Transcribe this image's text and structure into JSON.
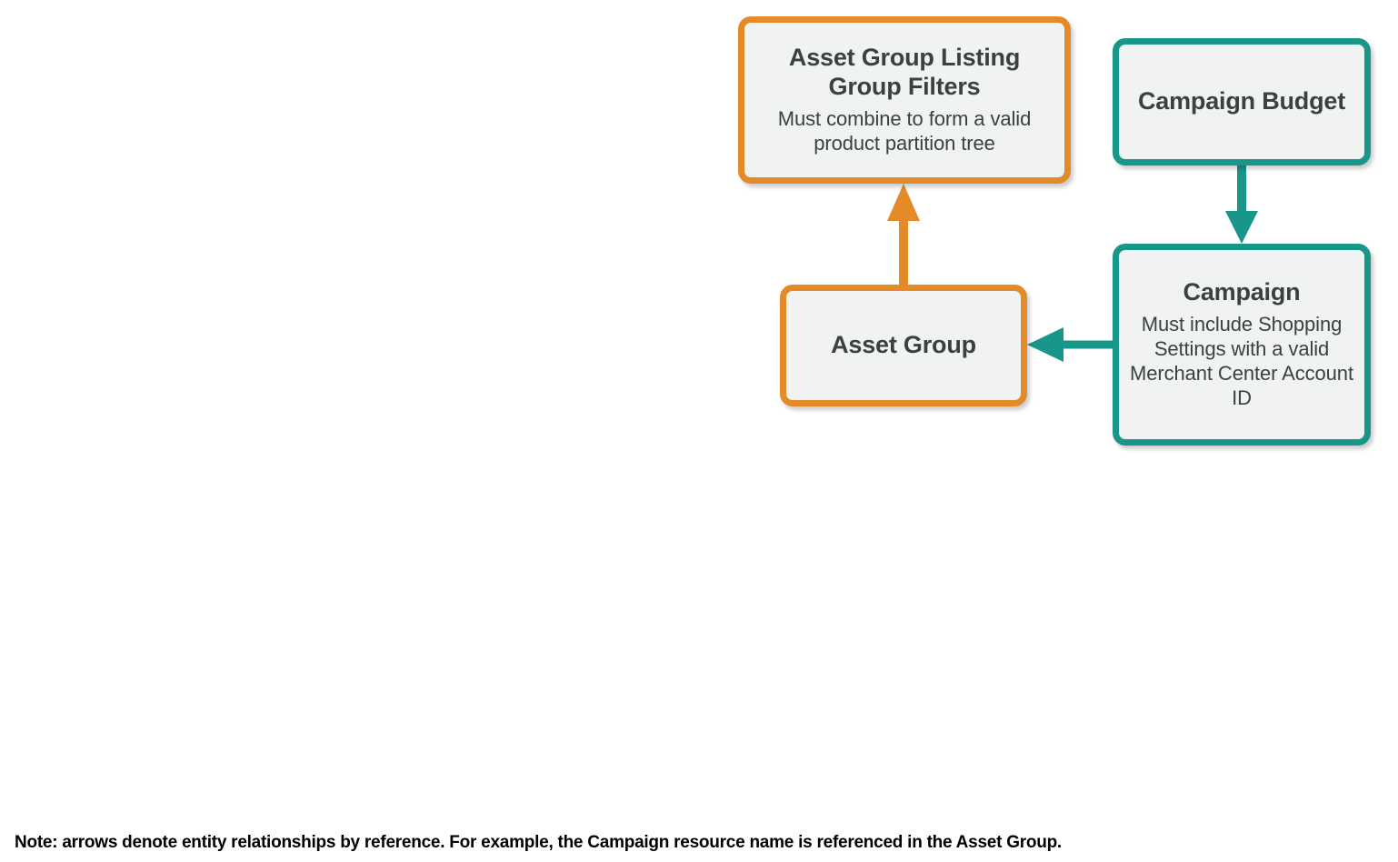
{
  "diagram": {
    "colors": {
      "orange": "#e58a29",
      "teal": "#18968a",
      "node_fill": "#f1f2f2",
      "text": "#3c4043",
      "background": "#ffffff",
      "note_text": "#000000"
    },
    "nodes": [
      {
        "id": "asset-group-listing-group-filters",
        "title": "Asset Group Listing Group Filters",
        "description": "Must combine to form a valid product partition tree",
        "accent": "orange"
      },
      {
        "id": "campaign-budget",
        "title": "Campaign Budget",
        "description": "",
        "accent": "teal"
      },
      {
        "id": "asset-group",
        "title": "Asset Group",
        "description": "",
        "accent": "orange"
      },
      {
        "id": "campaign",
        "title": "Campaign",
        "description": "Must include Shopping Settings with a valid Merchant Center Account ID",
        "accent": "teal"
      }
    ],
    "edges": [
      {
        "id": "asset-group-to-listing-group-filters",
        "from": "asset-group",
        "to": "asset-group-listing-group-filters",
        "direction": "up",
        "color": "orange"
      },
      {
        "id": "campaign-budget-to-campaign",
        "from": "campaign-budget",
        "to": "campaign",
        "direction": "down",
        "color": "teal"
      },
      {
        "id": "campaign-to-asset-group",
        "from": "campaign",
        "to": "asset-group",
        "direction": "left",
        "color": "teal"
      }
    ],
    "note": "Note: arrows denote entity relationships by reference. For example, the Campaign resource name is referenced in the Asset Group."
  }
}
